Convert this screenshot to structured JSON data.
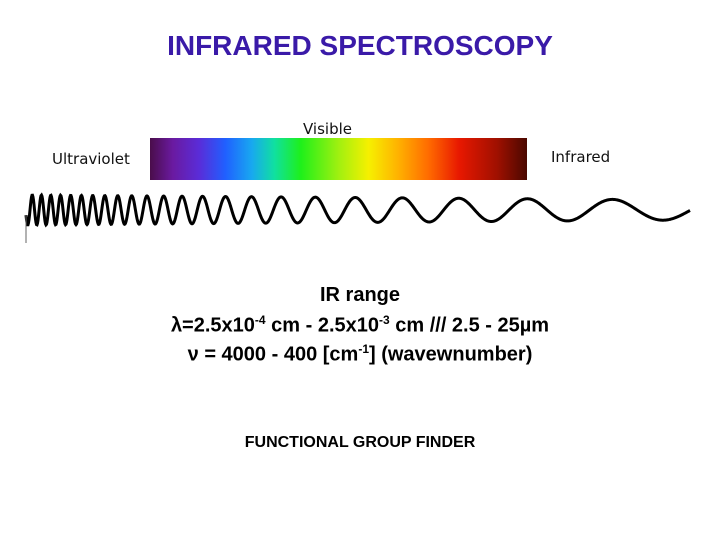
{
  "title": "INFRARED SPECTROSCOPY",
  "colors": {
    "title": "#3a1aa8"
  },
  "spectrum": {
    "visible_label": "Visible",
    "ultraviolet_label": "Ultraviolet",
    "infrared_label": "Infrared"
  },
  "ir_range": {
    "title": "IR range",
    "line1": {
      "lambda_prefix": "λ=2.5x10",
      "exp1": "-4",
      "mid": " cm -  2.5x10",
      "exp2": "-3",
      "suffix": " cm ///  2.5 - 25µm"
    },
    "line2": {
      "prefix": "ν = 4000 - 400 [cm",
      "exp": "-1",
      "suffix": "]  (wavewnumber)"
    }
  },
  "footer": {
    "functional_group_finder": "FUNCTIONAL GROUP FINDER"
  }
}
